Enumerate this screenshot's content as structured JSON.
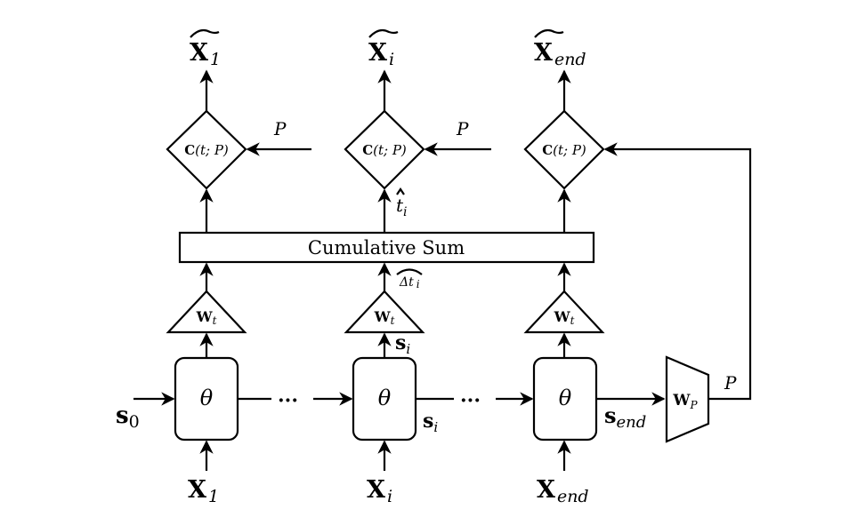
{
  "cumsum": {
    "label": "Cumulative Sum"
  },
  "columns": [
    {
      "output_main": "X",
      "output_sub": "1",
      "combine_main": "C",
      "combine_args": "(t; P)",
      "weight_main": "W",
      "weight_sub": "t",
      "cell_symbol": "θ",
      "input_main": "X",
      "input_sub": "1"
    },
    {
      "output_main": "X",
      "output_sub": "i",
      "combine_main": "C",
      "combine_args": "(t; P)",
      "weight_main": "W",
      "weight_sub": "t",
      "cell_symbol": "θ",
      "input_main": "X",
      "input_sub": "i"
    },
    {
      "output_main": "X",
      "output_sub": "end",
      "combine_main": "C",
      "combine_args": "(t; P)",
      "weight_main": "W",
      "weight_sub": "t",
      "cell_symbol": "θ",
      "input_main": "X",
      "input_sub": "end"
    }
  ],
  "labels": {
    "p_left": "P",
    "p_mid": "P",
    "p_right": "P",
    "t_hat_main": "t",
    "t_hat_sub": "i",
    "dt_main": "Δt",
    "dt_sub": "i",
    "s_col2_main": "s",
    "s_col2_sub": "i",
    "s0_main": "s",
    "s0_sub": "0",
    "si_main": "s",
    "si_sub": "i",
    "send_main": "s",
    "send_sub": "end",
    "dots_left": "···",
    "dots_right": "···"
  },
  "projection": {
    "main": "W",
    "sub": "P"
  }
}
